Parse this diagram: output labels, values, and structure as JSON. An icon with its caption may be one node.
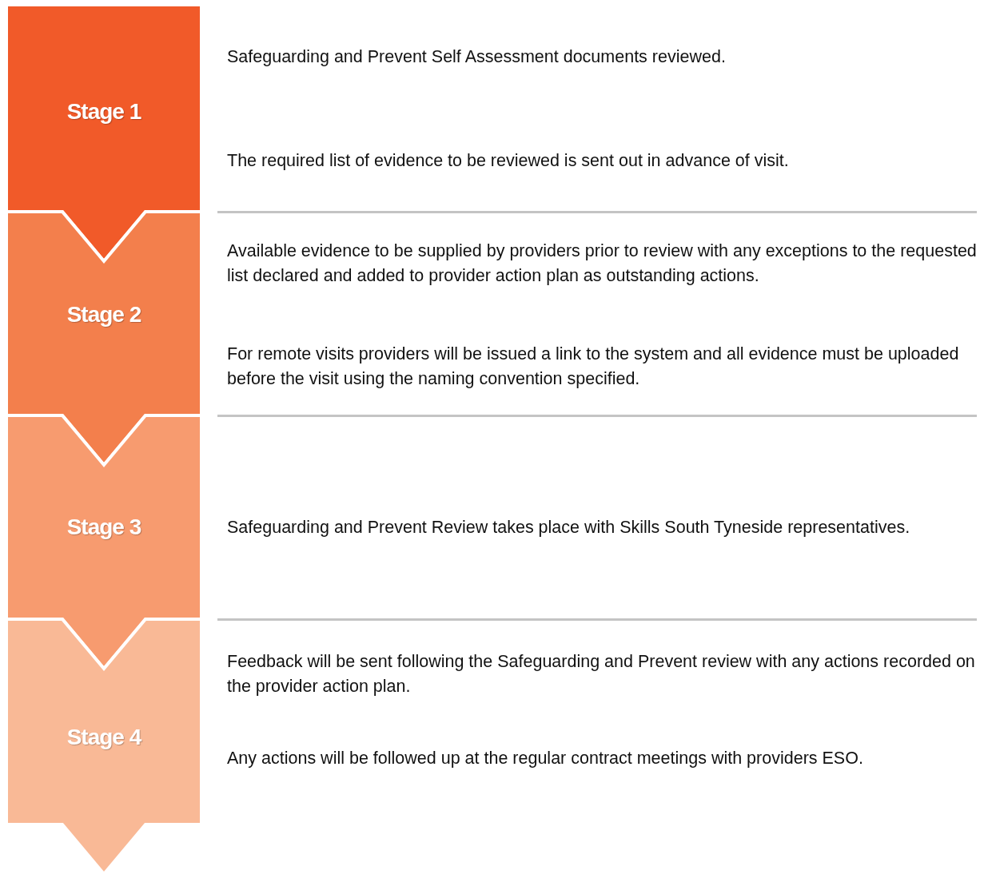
{
  "diagram": {
    "nodes": [
      {
        "text": [
          "Stage 1"
        ],
        "beside": [
          "Safeguarding and Prevent Self Assessment documents reviewed.",
          "The required list of evidence to be reviewed is sent out in advance of visit."
        ]
      },
      {
        "text": [
          "Stage 2"
        ],
        "beside": [
          "Available evidence to be supplied by providers prior to review with any exceptions to the requested list declared and added to provider action plan as outstanding actions.",
          "For remote visits providers will be issued a link to the system and all evidence must be uploaded before the visit using the naming convention specified."
        ]
      },
      {
        "text": [
          "Stage 3"
        ],
        "beside": [
          "Safeguarding and Prevent Review takes place with Skills South Tyneside representatives."
        ]
      },
      {
        "text": [
          "Stage 4"
        ],
        "beside": [
          "Feedback will be sent following the Safeguarding and Prevent review with any actions recorded on the provider action plan.",
          "Any actions will be followed up at the regular contract meetings with providers ESO."
        ]
      }
    ],
    "edges": []
  }
}
